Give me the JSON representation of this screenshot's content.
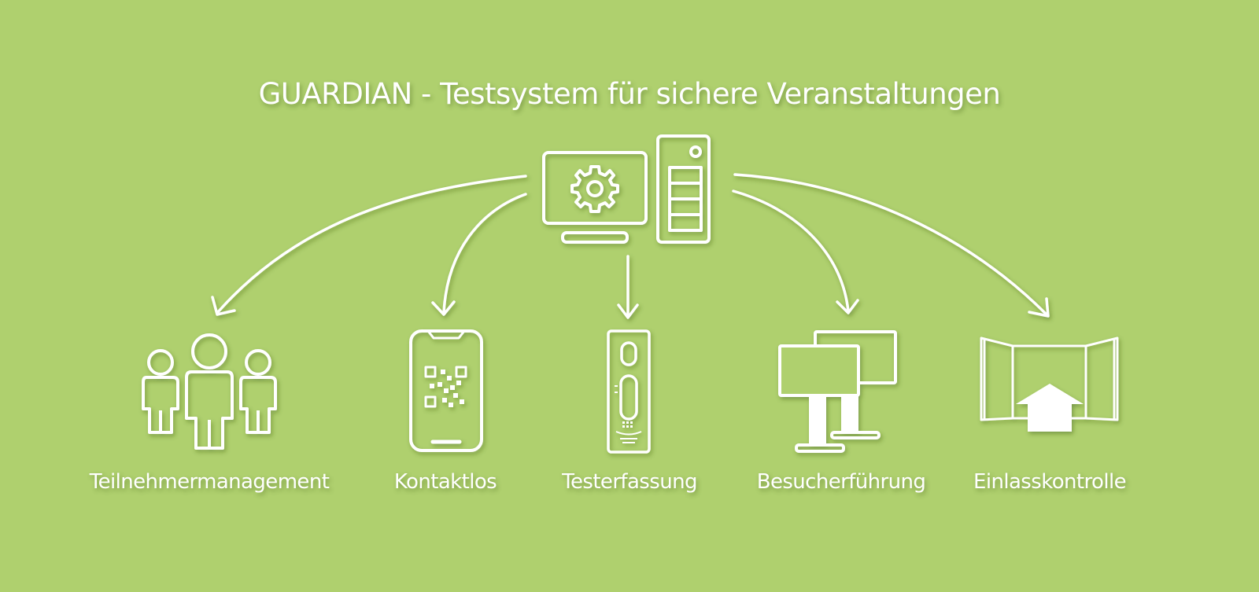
{
  "title": "GUARDIAN - Testsystem für sichere Veranstaltungen",
  "colors": {
    "background": "#afd06e",
    "line": "#ffffff"
  },
  "central_icons": [
    "monitor-gear-icon",
    "server-tower-icon"
  ],
  "nodes": [
    {
      "label": "Teilnehmermanagement",
      "icon": "people-group-icon"
    },
    {
      "label": "Kontaktlos",
      "icon": "smartphone-qr-icon"
    },
    {
      "label": "Testerfassung",
      "icon": "covid-test-cassette-icon"
    },
    {
      "label": "Besucherführung",
      "icon": "display-screens-icon"
    },
    {
      "label": "Einlasskontrolle",
      "icon": "entrance-gate-icon"
    }
  ]
}
